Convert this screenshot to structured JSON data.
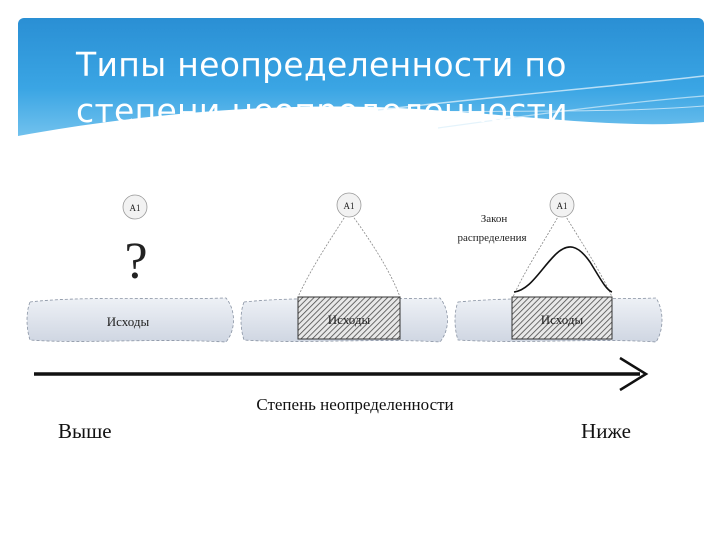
{
  "slide": {
    "title_line1": "Типы неопределенности по",
    "title_line2": "степени неопределенности"
  },
  "diagram": {
    "node_label": "A1",
    "question_mark": "?",
    "outcomes_label": "Исходы",
    "distribution_label_line1": "Закон",
    "distribution_label_line2": "распределения",
    "axis_label": "Степень неопределенности",
    "left_end_label": "Выше",
    "right_end_label": "Ниже"
  },
  "colors": {
    "header_top": "#2a8fd4",
    "header_bottom": "#7cc7ef",
    "band_fill": "#dde3ec",
    "outline": "#3b4048"
  }
}
